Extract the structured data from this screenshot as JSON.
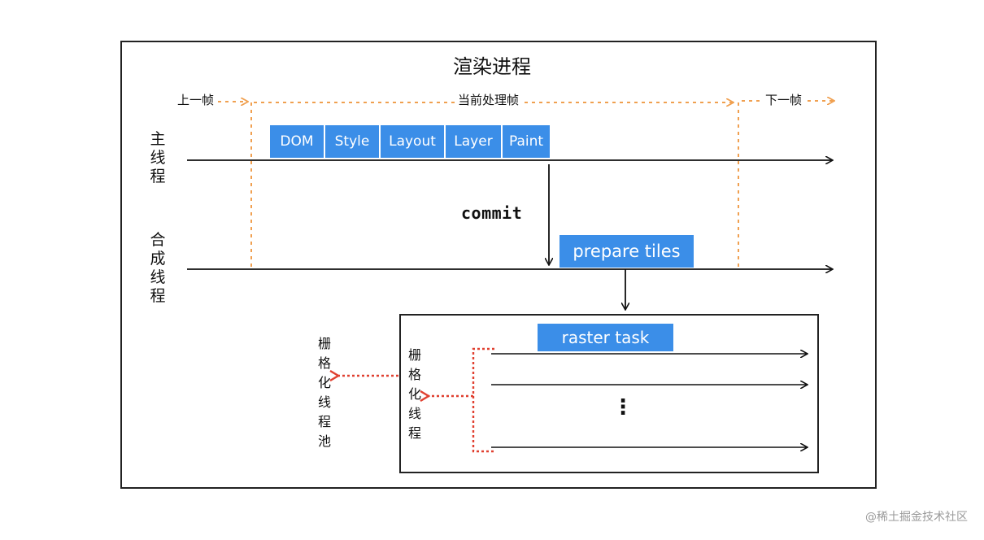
{
  "diagram": {
    "title": "渲染进程",
    "timeline": {
      "prev_frame": "上一帧",
      "current_frame": "当前处理帧",
      "next_frame": "下一帧"
    },
    "main_thread": {
      "label": "主线程",
      "tasks": [
        "DOM",
        "Style",
        "Layout",
        "Layer",
        "Paint"
      ]
    },
    "commit_label": "commit",
    "compositor_thread": {
      "label": "合成线程",
      "task": "prepare tiles"
    },
    "raster": {
      "task": "raster task",
      "inner_label": "栅格化线程",
      "pool_label": "栅格化线程池",
      "ellipsis": "⋮"
    },
    "colors": {
      "task_blue": "#3b8ee8",
      "timeline_orange": "#f0a050",
      "dotted_red": "#e04030",
      "line": "#111111"
    }
  },
  "watermark": "@稀土掘金技术社区"
}
